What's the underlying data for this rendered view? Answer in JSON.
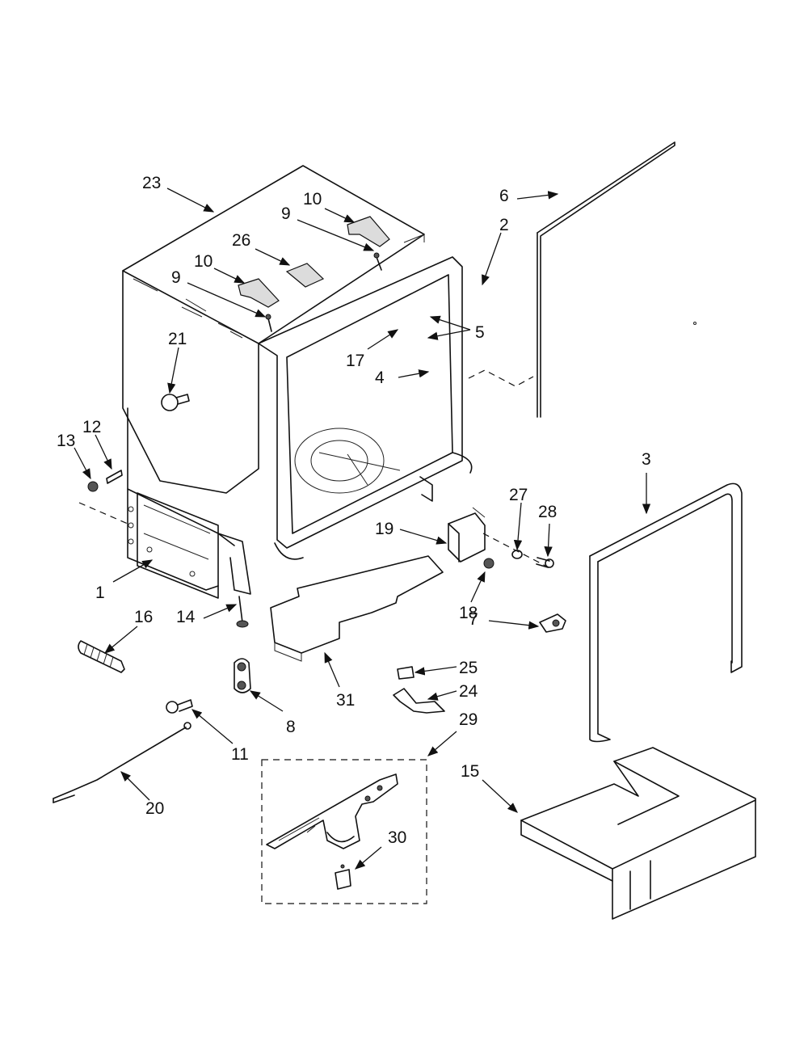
{
  "diagram": {
    "callouts": {
      "c23": "23",
      "c10a": "10",
      "c9a": "9",
      "c26": "26",
      "c10b": "10",
      "c9b": "9",
      "c21": "21",
      "c6": "6",
      "c2": "2",
      "c17": "17",
      "c5": "5",
      "c4": "4",
      "c13": "13",
      "c12": "12",
      "c1": "1",
      "c16": "16",
      "c14": "14",
      "c3": "3",
      "c27": "27",
      "c28": "28",
      "c19": "19",
      "c18": "18",
      "c7": "7",
      "c31": "31",
      "c25": "25",
      "c24": "24",
      "c8": "8",
      "c29": "29",
      "c11": "11",
      "c15": "15",
      "c20": "20",
      "c30": "30"
    }
  }
}
